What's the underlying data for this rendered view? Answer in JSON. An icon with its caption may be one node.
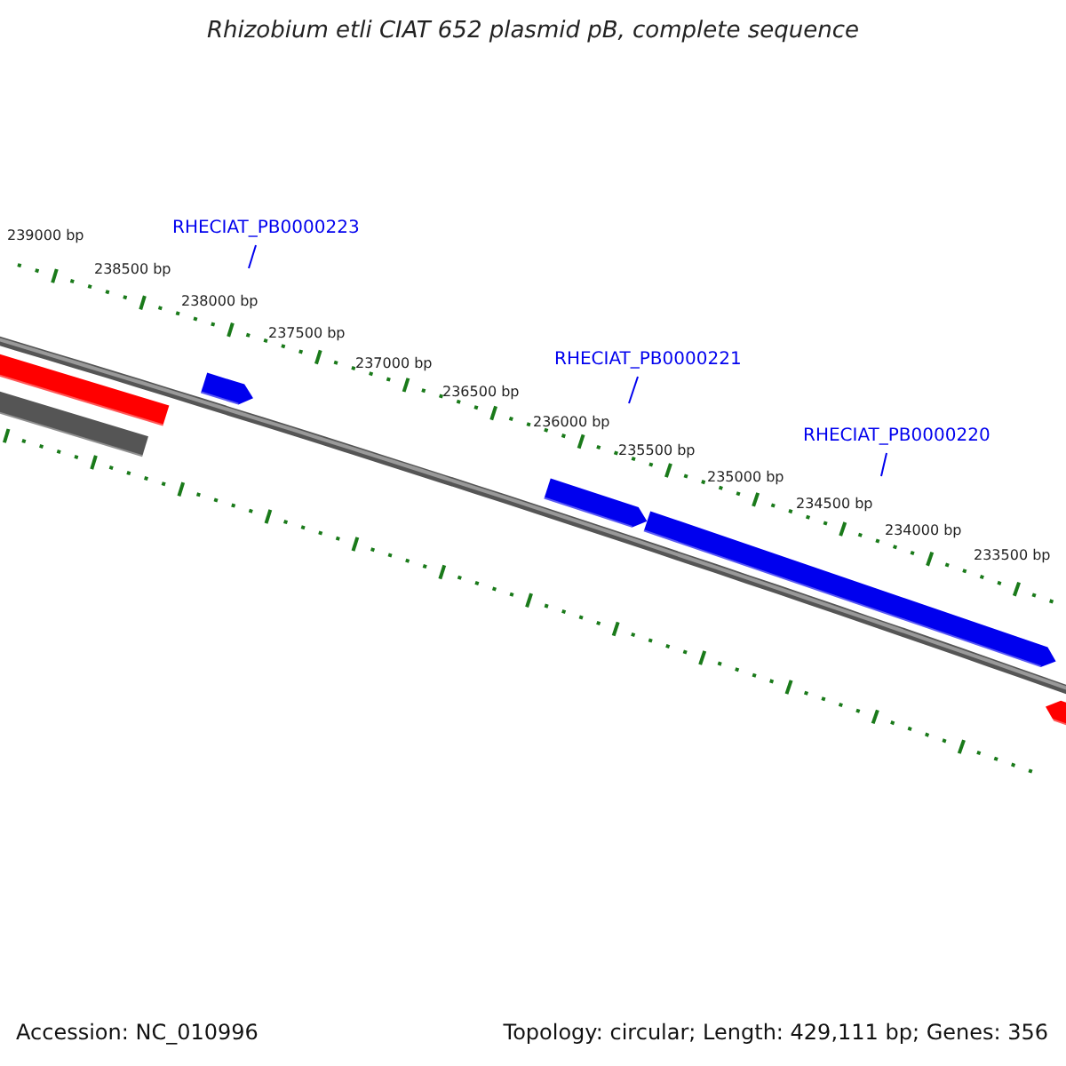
{
  "diagram": {
    "title": "Rhizobium etli CIAT 652 plasmid pB, complete sequence",
    "nodes": [
      {
        "text": [
          "RHECIAT_PB0000223"
        ]
      },
      {
        "text": [
          "RHECIAT_PB0000221"
        ]
      },
      {
        "text": [
          "RHECIAT_PB0000220"
        ]
      }
    ],
    "edges": [
      {
        "from": 0,
        "to": null,
        "arrow": "none"
      },
      {
        "from": 1,
        "to": null,
        "arrow": "none"
      },
      {
        "from": 2,
        "to": null,
        "arrow": "none"
      }
    ],
    "labels": [
      "239000 bp",
      "238500 bp",
      "238000 bp",
      "237500 bp",
      "237000 bp",
      "236500 bp",
      "236000 bp",
      "235500 bp",
      "235000 bp",
      "234500 bp",
      "234000 bp",
      "233500 bp",
      "Accession: NC_010996",
      "Topology: circular; Length: 429,111 bp; Genes: 356"
    ]
  }
}
